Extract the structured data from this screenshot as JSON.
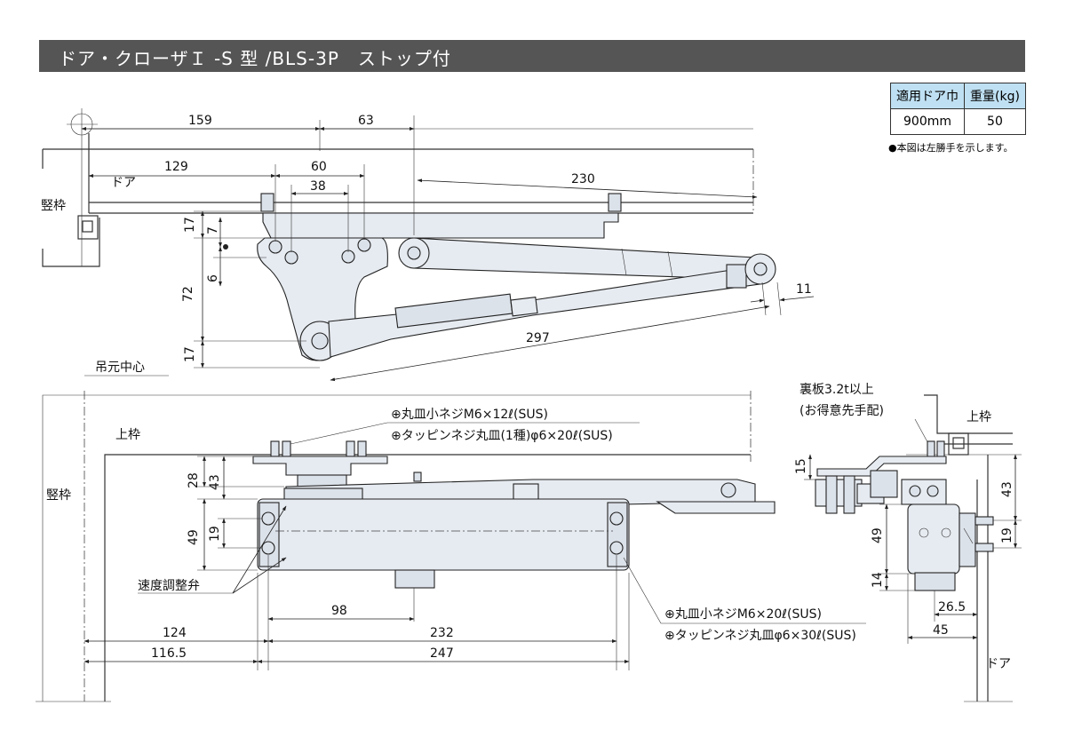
{
  "title": "ドア・クローザＩ -S 型 /BLS-3P　ストップ付",
  "spec_table": {
    "headers": [
      "適用ドア巾",
      "重量(kg)"
    ],
    "row": [
      "900mm",
      "50"
    ],
    "note": "●本図は左勝手を示します。"
  },
  "labels": {
    "door": "ドア",
    "side_frame": "竪枠",
    "top_frame": "上枠",
    "hinge_center": "吊元中心",
    "speed_valve": "速度調整弁",
    "back_plate_line1": "裏板3.2t以上",
    "back_plate_line2": "(お得意先手配)"
  },
  "screw_notes": {
    "bracket_screw": "⊕丸皿小ネジM6×12ℓ(SUS)",
    "bracket_tapping": "⊕タッピンネジ丸皿(1種)φ6×20ℓ(SUS)",
    "body_screw": "⊕丸皿小ネジM6×20ℓ(SUS)",
    "body_tapping": "⊕タッピンネジ丸皿φ6×30ℓ(SUS)"
  },
  "dimensions": {
    "top_view": {
      "d159": "159",
      "d63": "63",
      "d129": "129",
      "d60": "60",
      "d38": "38",
      "d230": "230",
      "d17a": "17",
      "d7": "7",
      "d6": "6",
      "d72": "72",
      "d17b": "17",
      "d297": "297",
      "d11": "11"
    },
    "front_view": {
      "d28": "28",
      "d43": "43",
      "d49": "49",
      "d19": "19",
      "d98": "98",
      "d124": "124",
      "d232": "232",
      "d116_5": "116.5",
      "d247": "247"
    },
    "side_view": {
      "d15": "15",
      "d43": "43",
      "d49": "49",
      "d19": "19",
      "d14": "14",
      "d26_5": "26.5",
      "d45": "45"
    }
  },
  "colors": {
    "title_bg": "#555555",
    "table_header_bg": "#bfe0f2",
    "part_fill": "#e6ebf1"
  }
}
